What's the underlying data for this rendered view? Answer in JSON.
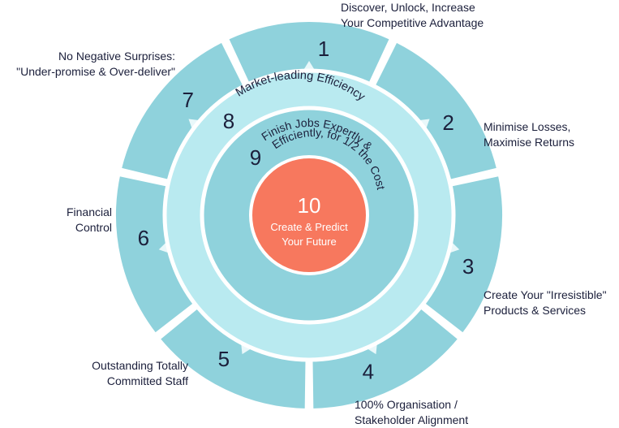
{
  "outer_segments": [
    {
      "number": "1",
      "label": [
        "Discover, Unlock, Increase",
        "Your Competitive Advantage"
      ]
    },
    {
      "number": "2",
      "label": [
        "Minimise Losses,",
        "Maximise Returns"
      ]
    },
    {
      "number": "3",
      "label": [
        "Create Your \"Irresistible\"",
        "Products & Services"
      ]
    },
    {
      "number": "4",
      "label": [
        "100% Organisation /",
        "Stakeholder Alignment"
      ]
    },
    {
      "number": "5",
      "label": [
        "Outstanding Totally",
        "Committed Staff"
      ]
    },
    {
      "number": "6",
      "label": [
        "Financial",
        "Control"
      ]
    },
    {
      "number": "7",
      "label": [
        "No Negative Surprises:",
        "\"Under-promise & Over-deliver\""
      ]
    }
  ],
  "middle_ring": {
    "number": "8",
    "text": "Market-leading Efficiency"
  },
  "inner_ring": {
    "number": "9",
    "text_line1": "Finish Jobs Expertly &",
    "text_line2": "Efficiently, for 1/2 the Cost"
  },
  "center": {
    "number": "10",
    "line1": "Create & Predict",
    "line2": "Your Future"
  },
  "colors": {
    "outer_ring": "#8fd2dc",
    "middle_ring": "#b9eaf0",
    "inner_ring": "#8fd2dc",
    "center": "#f7785e",
    "text": "#1b1f3b",
    "center_text": "#ffffff"
  }
}
